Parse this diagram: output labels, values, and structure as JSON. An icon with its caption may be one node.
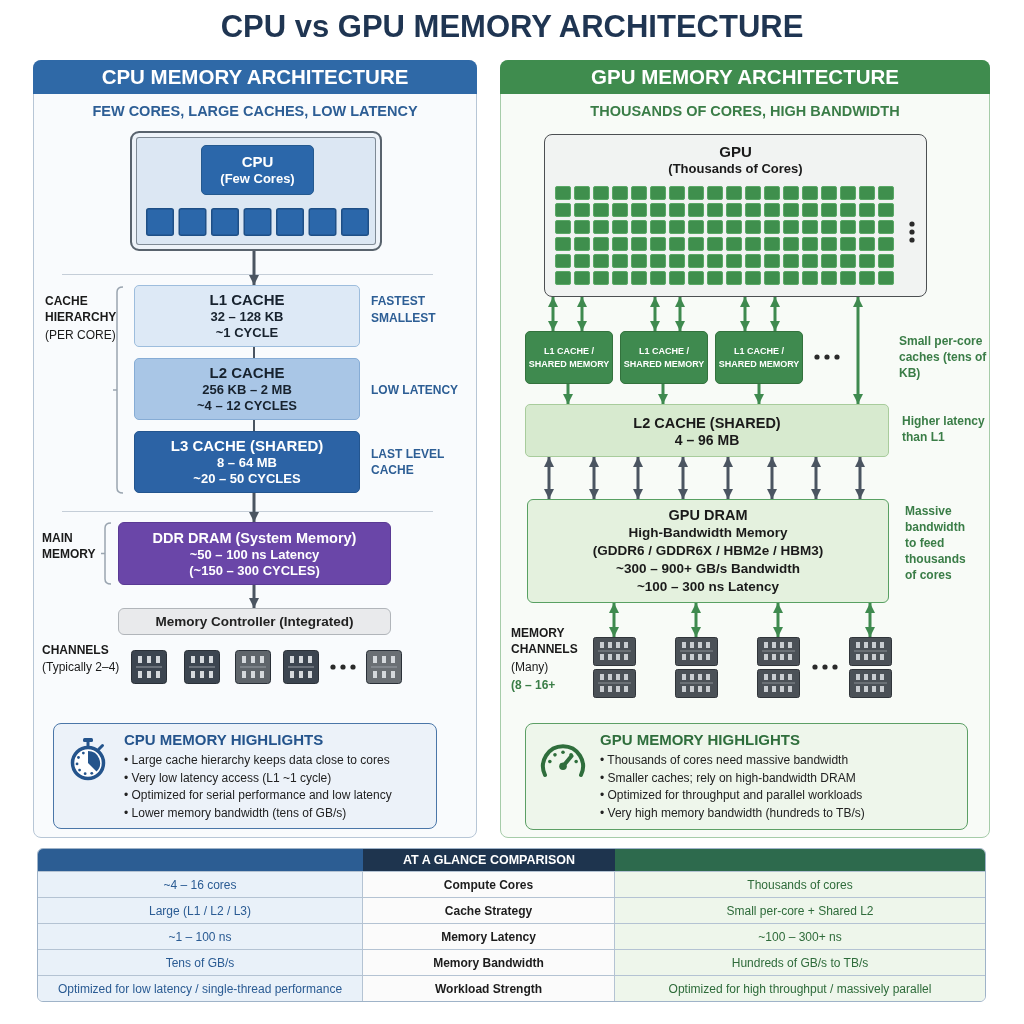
{
  "diagram": {
    "title": "CPU vs GPU MEMORY ARCHITECTURE",
    "nodes": [
      {
        "text": [
          "CPU MEMORY ARCHITECTURE",
          "FEW CORES, LARGE CACHES, LOW LATENCY"
        ]
      },
      {
        "text": [],
        "shape": "box",
        "in": 0
      },
      {
        "text": [
          "CPU",
          "(Few Cores)"
        ],
        "in": 1
      },
      {
        "text": [
          "L1 CACHE",
          "32 – 128 KB",
          "~1 CYCLE"
        ],
        "in": 0,
        "beside": [
          "FASTEST",
          "SMALLEST"
        ]
      },
      {
        "text": [
          "L2 CACHE",
          "256 KB – 2 MB",
          "~4 – 12 CYCLES"
        ],
        "in": 0,
        "beside": [
          "LOW LATENCY"
        ]
      },
      {
        "text": [
          "L3 CACHE (SHARED)",
          "8 – 64 MB",
          "~20 – 50 CYCLES"
        ],
        "in": 0,
        "beside": [
          "LAST LEVEL CACHE"
        ]
      },
      {
        "text": [
          "DDR DRAM (System Memory)",
          "~50 – 100 ns Latency",
          "(~150 – 300 CYCLES)"
        ],
        "in": 0
      },
      {
        "text": [
          "Memory Controller (Integrated)"
        ],
        "in": 0
      },
      {
        "text": [
          "CPU MEMORY HIGHLIGHTS",
          "• Large cache hierarchy keeps data close to cores",
          "• Very low latency access (L1 ~1 cycle)",
          "• Optimized for serial performance and low latency",
          "• Lower memory bandwidth (tens of GB/s)"
        ],
        "in": 0
      },
      {
        "text": [
          "GPU MEMORY ARCHITECTURE",
          "THOUSANDS OF CORES, HIGH BANDWIDTH"
        ]
      },
      {
        "text": [
          "GPU",
          "(Thousands of Cores)"
        ],
        "in": 9
      },
      {
        "text": [
          "L1 CACHE / SHARED MEMORY"
        ],
        "in": 9
      },
      {
        "text": [
          "L1 CACHE / SHARED MEMORY"
        ],
        "in": 9
      },
      {
        "text": [
          "L1 CACHE / SHARED MEMORY"
        ],
        "in": 9
      },
      {
        "text": [
          "L2 CACHE (SHARED)",
          "4 – 96 MB"
        ],
        "in": 9,
        "beside": [
          "Higher latency than L1"
        ]
      },
      {
        "text": [
          "GPU DRAM",
          "High-Bandwidth Memory",
          "(GDDR6 / GDDR6X / HBM2e / HBM3)",
          "~300 – 900+ GB/s Bandwidth",
          "~100 – 300 ns Latency"
        ],
        "in": 9,
        "beside": [
          "Massive bandwidth to feed thousands of cores"
        ]
      },
      {
        "text": [],
        "shape": "picture",
        "in": 9
      },
      {
        "text": [],
        "shape": "picture",
        "in": 9
      },
      {
        "text": [],
        "shape": "picture",
        "in": 9
      },
      {
        "text": [],
        "shape": "picture",
        "in": 9
      },
      {
        "text": [
          "GPU MEMORY HIGHLIGHTS",
          "• Thousands of cores need massive bandwidth",
          "• Smaller caches; rely on high-bandwidth DRAM",
          "• Optimized for throughput and parallel workloads",
          "• Very high memory bandwidth (hundreds to TB/s)"
        ],
        "in": 9
      }
    ],
    "edges": [
      {
        "from": 1,
        "to": 3,
        "arrow": "to",
        "color": "#4b5561"
      },
      {
        "from": 3,
        "to": 4,
        "arrow": "none",
        "color": "#4b5561"
      },
      {
        "from": 4,
        "to": 5,
        "arrow": "none",
        "color": "#4b5561"
      },
      {
        "from": 5,
        "to": 6,
        "arrow": "to",
        "color": "#4b5561"
      },
      {
        "from": 6,
        "to": 7,
        "arrow": "to",
        "color": "#4b5561"
      },
      {
        "from": 10,
        "to": 11,
        "arrow": "both"
      },
      {
        "from": 10,
        "to": 11,
        "arrow": "both"
      },
      {
        "from": 10,
        "to": 12,
        "arrow": "both"
      },
      {
        "from": 10,
        "to": 12,
        "arrow": "both"
      },
      {
        "from": 10,
        "to": 13,
        "arrow": "both"
      },
      {
        "from": 10,
        "to": 13,
        "arrow": "both"
      },
      {
        "from": 11,
        "to": 14,
        "arrow": "to"
      },
      {
        "from": 12,
        "to": 14,
        "arrow": "to"
      },
      {
        "from": 13,
        "to": 14,
        "arrow": "to"
      },
      {
        "from": 10,
        "to": 14,
        "arrow": "both"
      },
      {
        "from": 14,
        "to": 15,
        "arrow": "both",
        "color": "#4b5561"
      },
      {
        "from": 14,
        "to": 15,
        "arrow": "both",
        "color": "#4b5561"
      },
      {
        "from": 14,
        "to": 15,
        "arrow": "both",
        "color": "#4b5561"
      },
      {
        "from": 14,
        "to": 15,
        "arrow": "both",
        "color": "#4b5561"
      },
      {
        "from": 14,
        "to": 15,
        "arrow": "both",
        "color": "#4b5561"
      },
      {
        "from": 14,
        "to": 15,
        "arrow": "both",
        "color": "#4b5561"
      },
      {
        "from": 14,
        "to": 15,
        "arrow": "both",
        "color": "#4b5561"
      },
      {
        "from": 14,
        "to": 15,
        "arrow": "both",
        "color": "#4b5561"
      },
      {
        "from": 15,
        "to": 16,
        "arrow": "both"
      },
      {
        "from": 15,
        "to": 17,
        "arrow": "both"
      },
      {
        "from": 15,
        "to": 18,
        "arrow": "both"
      },
      {
        "from": 15,
        "to": 19,
        "arrow": "both"
      }
    ],
    "labels": [
      "CACHE HIERARCHY",
      "(PER CORE)",
      "MAIN MEMORY",
      "CHANNELS",
      "(Typically 2–4)",
      "Small per-core caches (tens of KB)",
      "MEMORY CHANNELS",
      "(Many)",
      "(8 – 16+",
      "AT A GLANCE COMPARISON",
      "~4 – 16 cores",
      "Compute Cores",
      "Thousands of cores",
      "Large (L1 / L2 / L3)",
      "Cache Strategy",
      "Small per-core + Shared L2",
      "~1 – 100 ns",
      "Memory Latency",
      "~100 – 300+ ns",
      "Tens of GB/s",
      "Memory Bandwidth",
      "Hundreds of GB/s to TB/s",
      "Optimized for low latency / single-thread performance",
      "Workload Strength",
      "Optimized for high throughput / massively parallel"
    ]
  }
}
